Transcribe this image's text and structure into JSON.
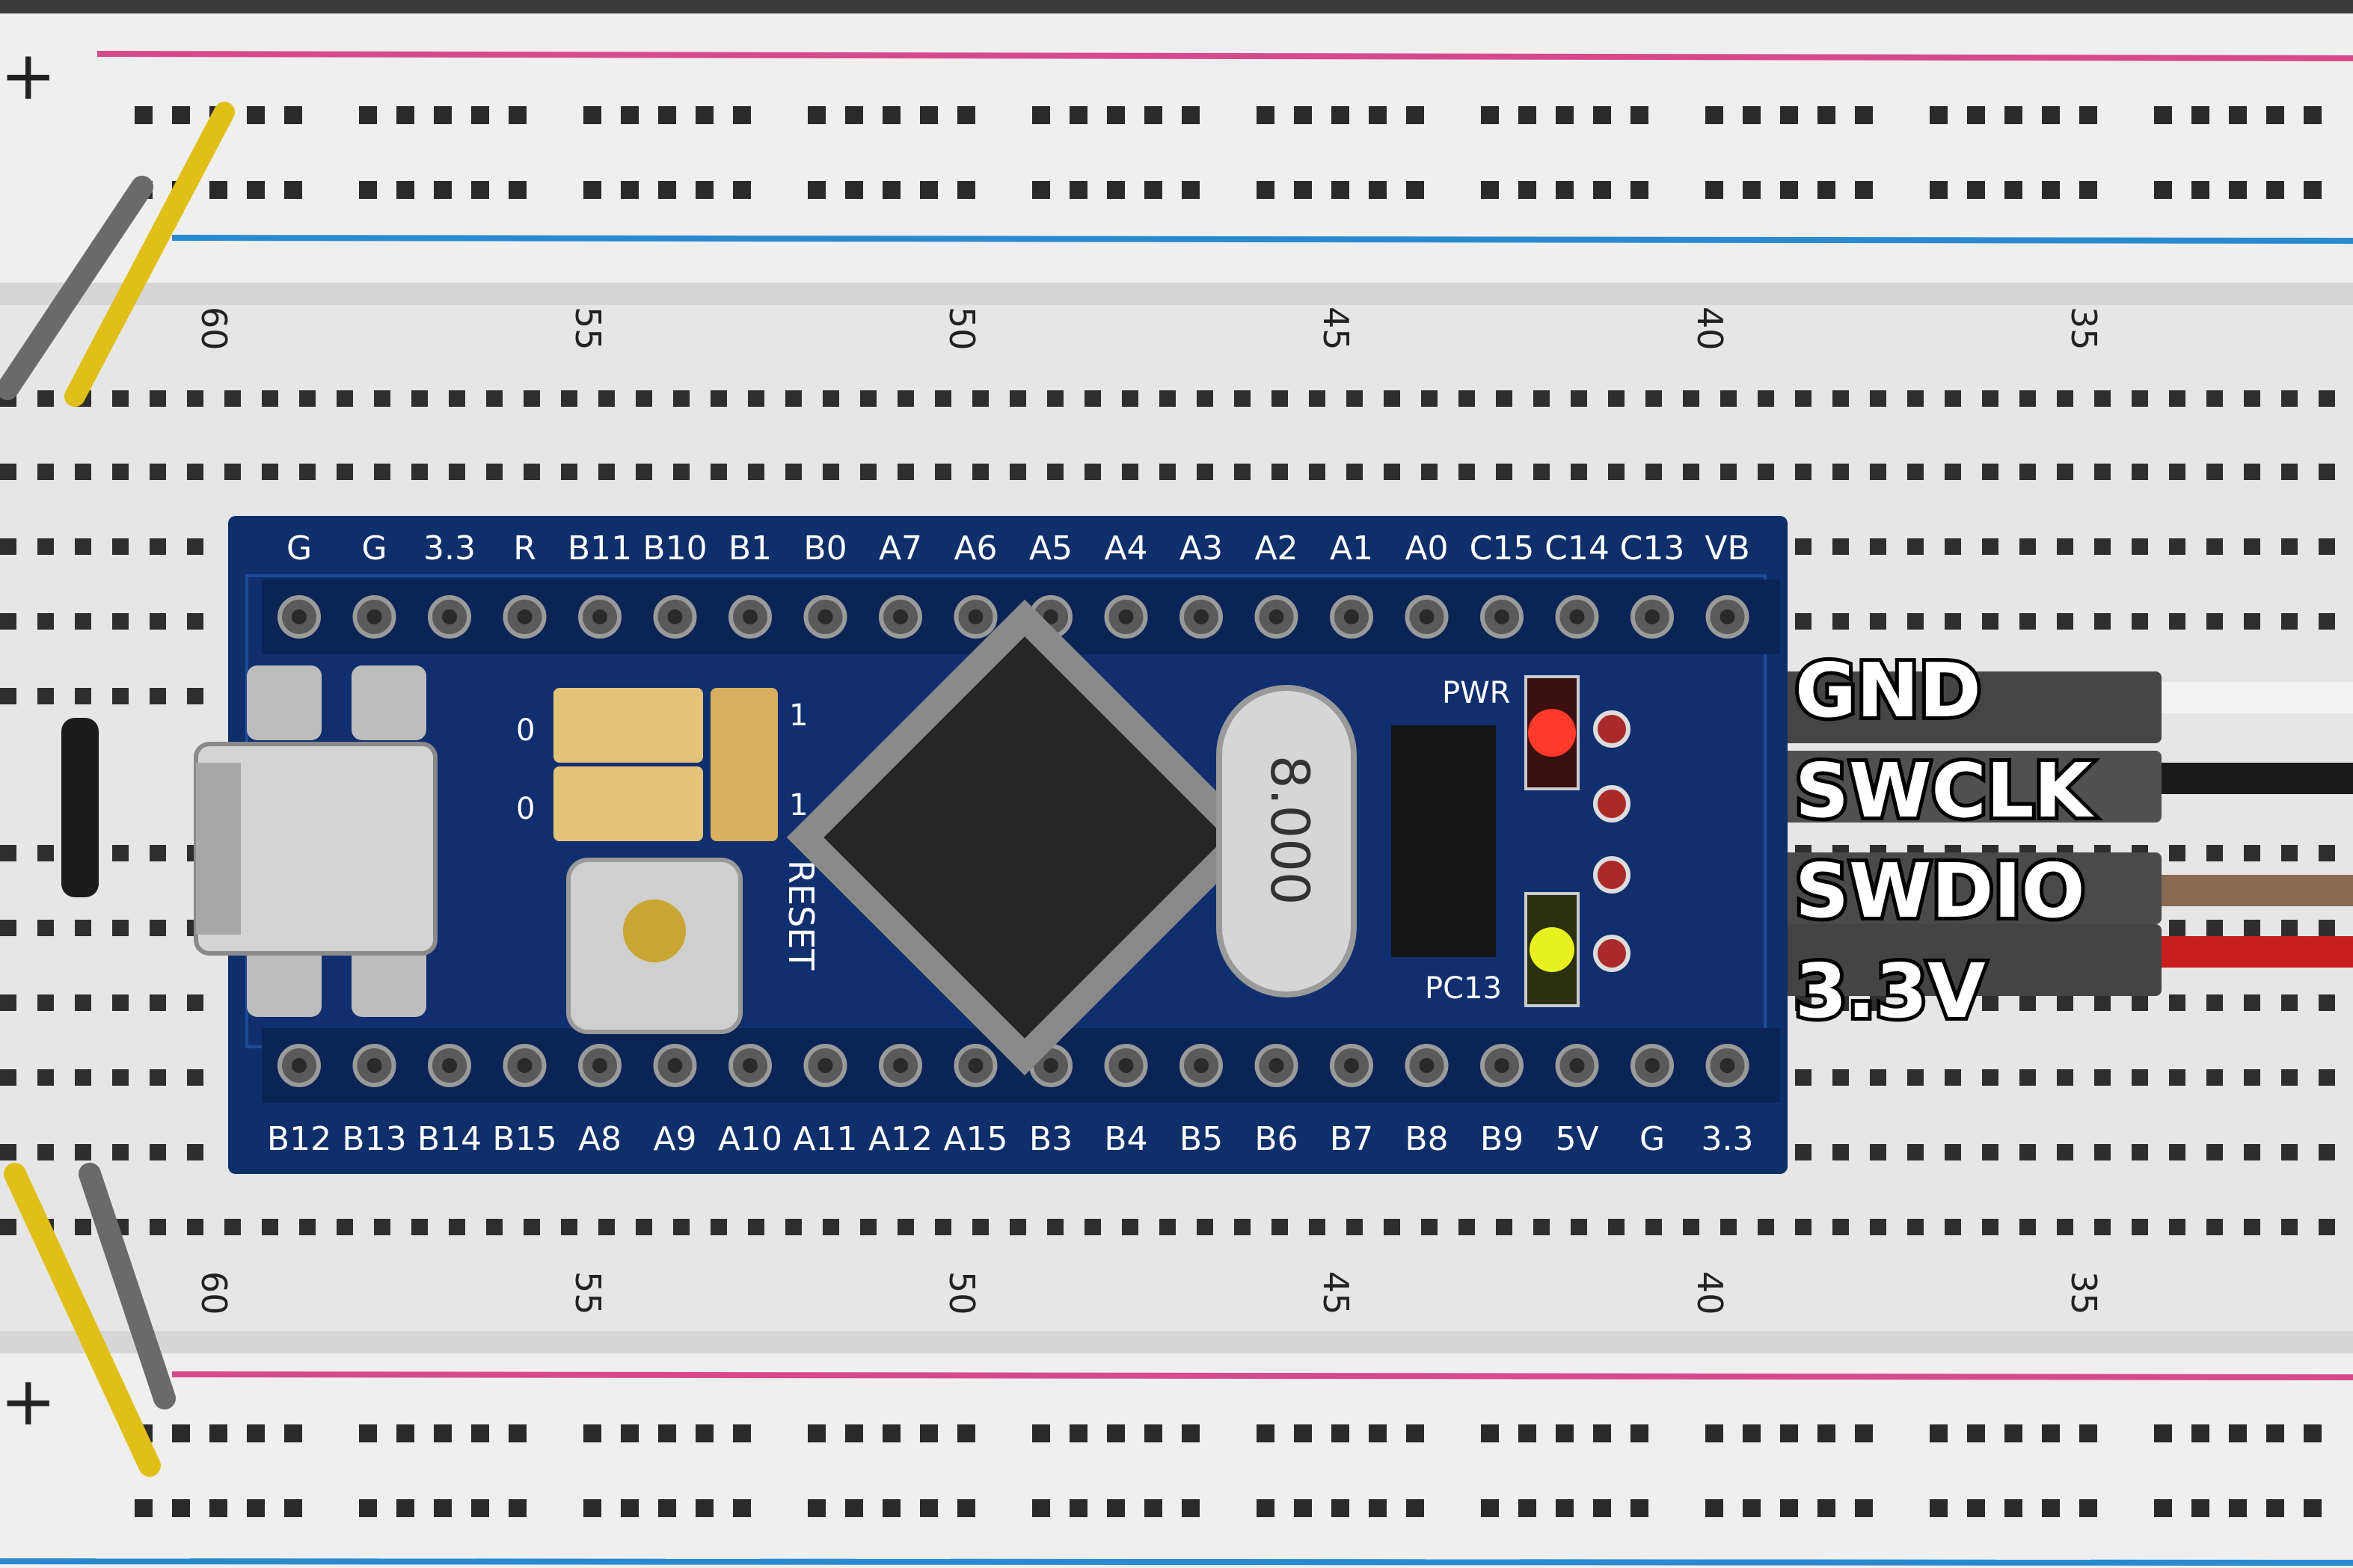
{
  "image": {
    "subject": "STM32 blue pill board on a breadboard",
    "colors": {
      "breadboard": "#e6e6e6",
      "rail_red": "#d64a8a",
      "rail_blue": "#2a8ad0",
      "pcb": "#0f2f6a",
      "wire_white": "#f2f2f2",
      "wire_black": "#1a1a1a",
      "wire_brown": "#8a6a50",
      "wire_red": "#c81e1e",
      "wire_yellow": "#e0c018",
      "wire_gray": "#6a6a6a"
    }
  },
  "breadboard": {
    "column_numbers": [
      "60",
      "55",
      "50",
      "45",
      "40",
      "35"
    ],
    "rail_signs": {
      "plus": "+",
      "minus": "-"
    }
  },
  "board": {
    "top_header": [
      "G",
      "G",
      "3.3",
      "R",
      "B11",
      "B10",
      "B1",
      "B0",
      "A7",
      "A6",
      "A5",
      "A4",
      "A3",
      "A2",
      "A1",
      "A0",
      "C15",
      "C14",
      "C13",
      "VB"
    ],
    "bottom_header": [
      "B12",
      "B13",
      "B14",
      "B15",
      "A8",
      "A9",
      "A10",
      "A11",
      "A12",
      "A15",
      "B3",
      "B4",
      "B5",
      "B6",
      "B7",
      "B8",
      "B9",
      "5V",
      "G",
      "3.3"
    ],
    "silkscreen": {
      "pwr": "PWR",
      "pc13": "PC13",
      "reset": "RESET",
      "jumper_mark_1": "1",
      "jumper_mark_2": "1",
      "jumper_mark_0a": "0",
      "jumper_mark_0b": "0",
      "crystal": "8.000"
    }
  },
  "swd_labels": [
    "GND",
    "SWCLK",
    "SWDIO",
    "3.3V"
  ]
}
